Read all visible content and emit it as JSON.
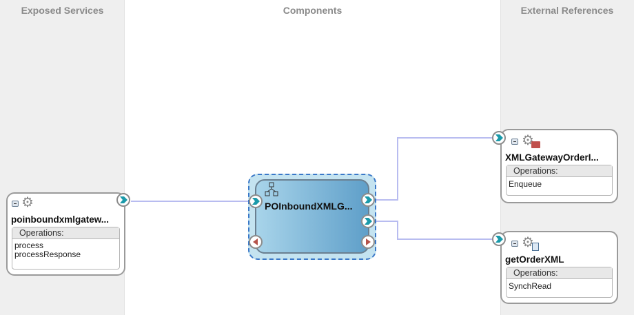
{
  "columns": {
    "left": "Exposed Services",
    "middle": "Components",
    "right": "External References"
  },
  "operations_label": "Operations:",
  "service": {
    "name": "poinboundxmlgatew...",
    "operations": [
      "process",
      "processResponse"
    ]
  },
  "component": {
    "name": "POInboundXMLG..."
  },
  "references": [
    {
      "name": "XMLGatewayOrderI...",
      "operations": [
        "Enqueue"
      ]
    },
    {
      "name": "getOrderXML",
      "operations": [
        "SynchRead"
      ]
    }
  ],
  "colors": {
    "wire": "#b8bcf0",
    "port": "#1b9aaa",
    "column_bg": "#efefef"
  }
}
